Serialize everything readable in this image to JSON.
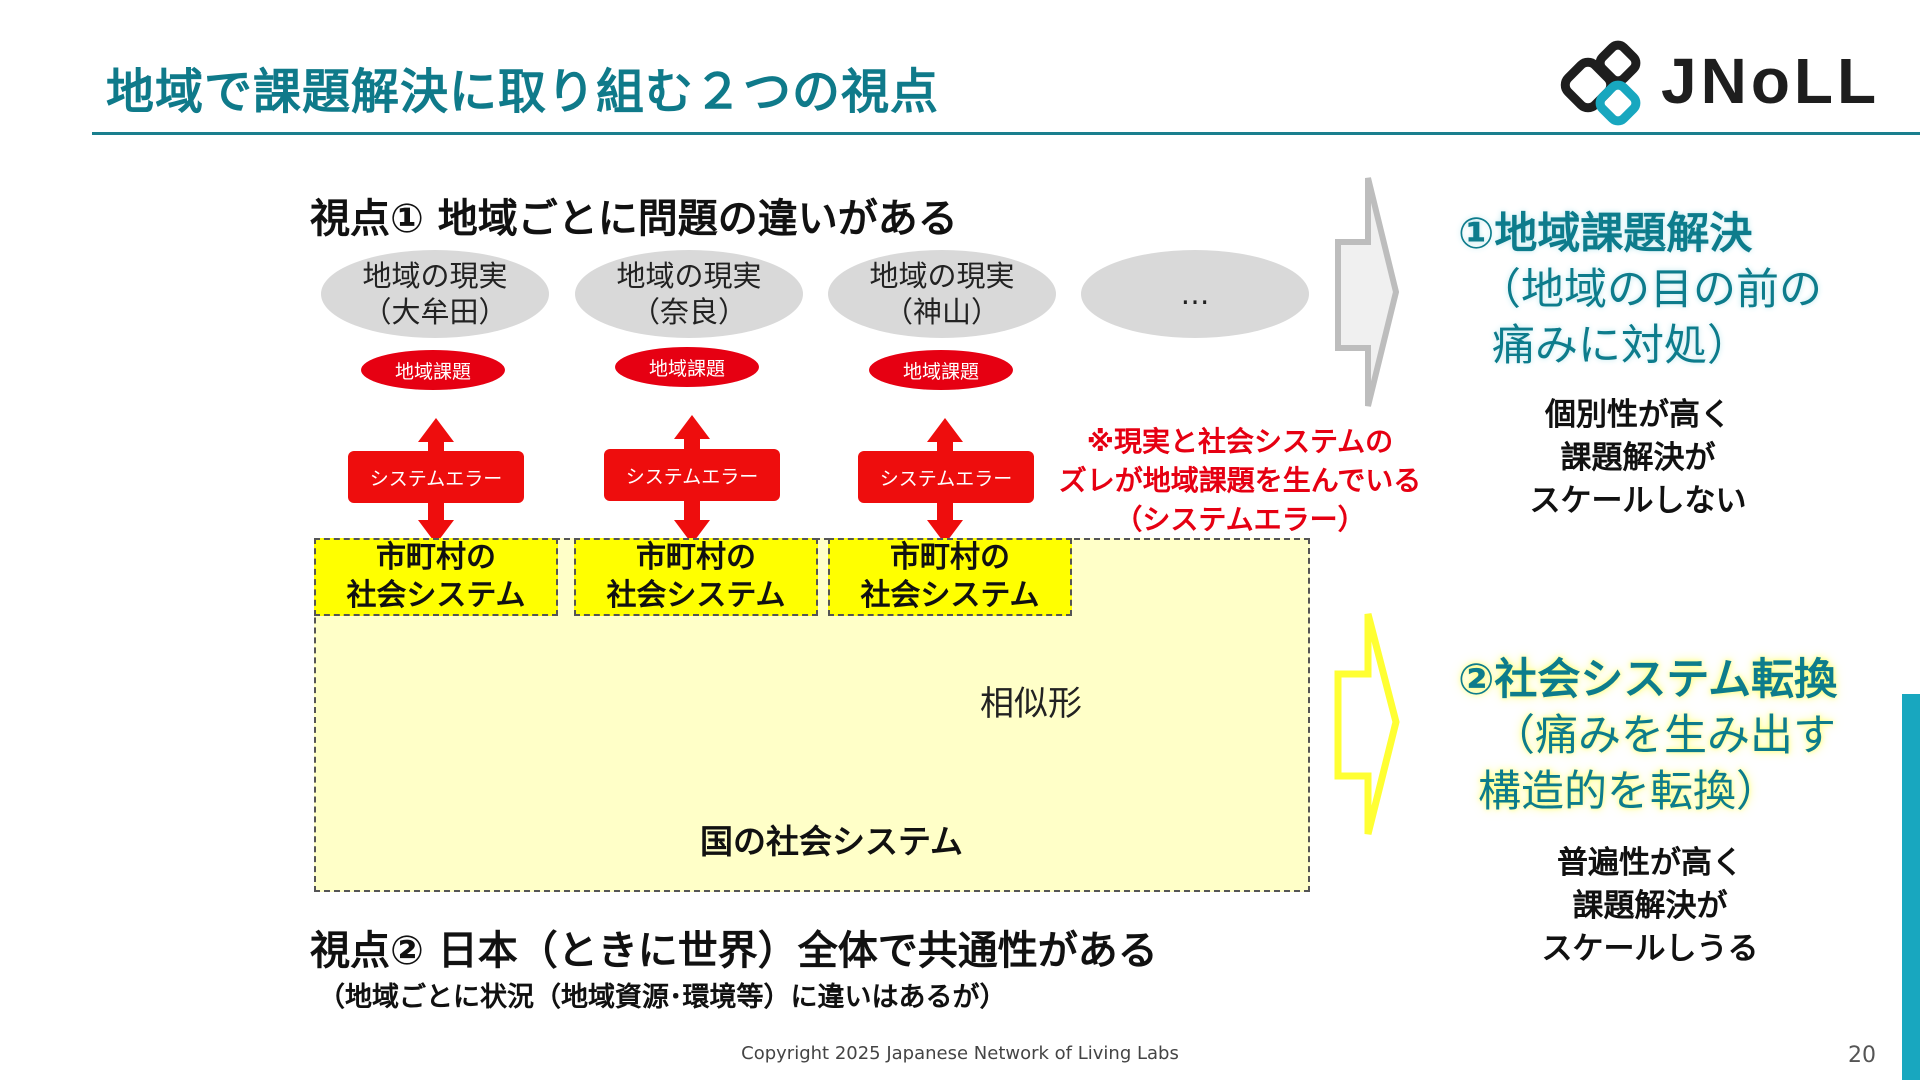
{
  "slide": {
    "title": "地域で課題解決に取り組む２つの視点",
    "logo_text": "JNoLL",
    "page_number": "20",
    "copyright": "Copyright 2025  Japanese Network of Living Labs"
  },
  "view1": {
    "heading": "視点① 地域ごとに問題の違いがある"
  },
  "view2": {
    "heading": "視点② 日本（ときに世界）全体で共通性がある",
    "sub": "（地域ごとに状況（地域資源･環境等）に違いはあるが）"
  },
  "regions": [
    {
      "line1": "地域の現実",
      "line2": "（大牟田）"
    },
    {
      "line1": "地域の現実",
      "line2": "（奈良）"
    },
    {
      "line1": "地域の現実",
      "line2": "（神山）"
    },
    {
      "line1": "…",
      "line2": ""
    }
  ],
  "issue_badge": "地域課題",
  "system_error": "システムエラー",
  "municipal": {
    "line1": "市町村の",
    "line2": "社会システム"
  },
  "national_label": "国の社会システム",
  "similar_label": "相似形",
  "note": {
    "line1": "※現実と社会システムの",
    "line2": "ズレが地域課題を生んでいる",
    "line3": "（システムエラー）"
  },
  "solution1": {
    "main": "①地域課題解決",
    "detail1": "（地域の目の前の",
    "detail2": "痛みに対処）",
    "scale1": "個別性が高く",
    "scale2": "課題解決が",
    "scale3": "スケールしない"
  },
  "solution2": {
    "main": "②社会システム転換",
    "detail1": "（痛みを生み出す",
    "detail2": "構造的を転換）",
    "scale1": "普遍性が高く",
    "scale2": "課題解決が",
    "scale3": "スケールしうる"
  },
  "colors": {
    "title": "#0f7a8a",
    "accent": "#18a7bf",
    "error_red": "#e60012",
    "municipal_yellow": "#ffff00",
    "national_yellow": "#ffffc8",
    "reality_gray": "#d9d9d9"
  }
}
